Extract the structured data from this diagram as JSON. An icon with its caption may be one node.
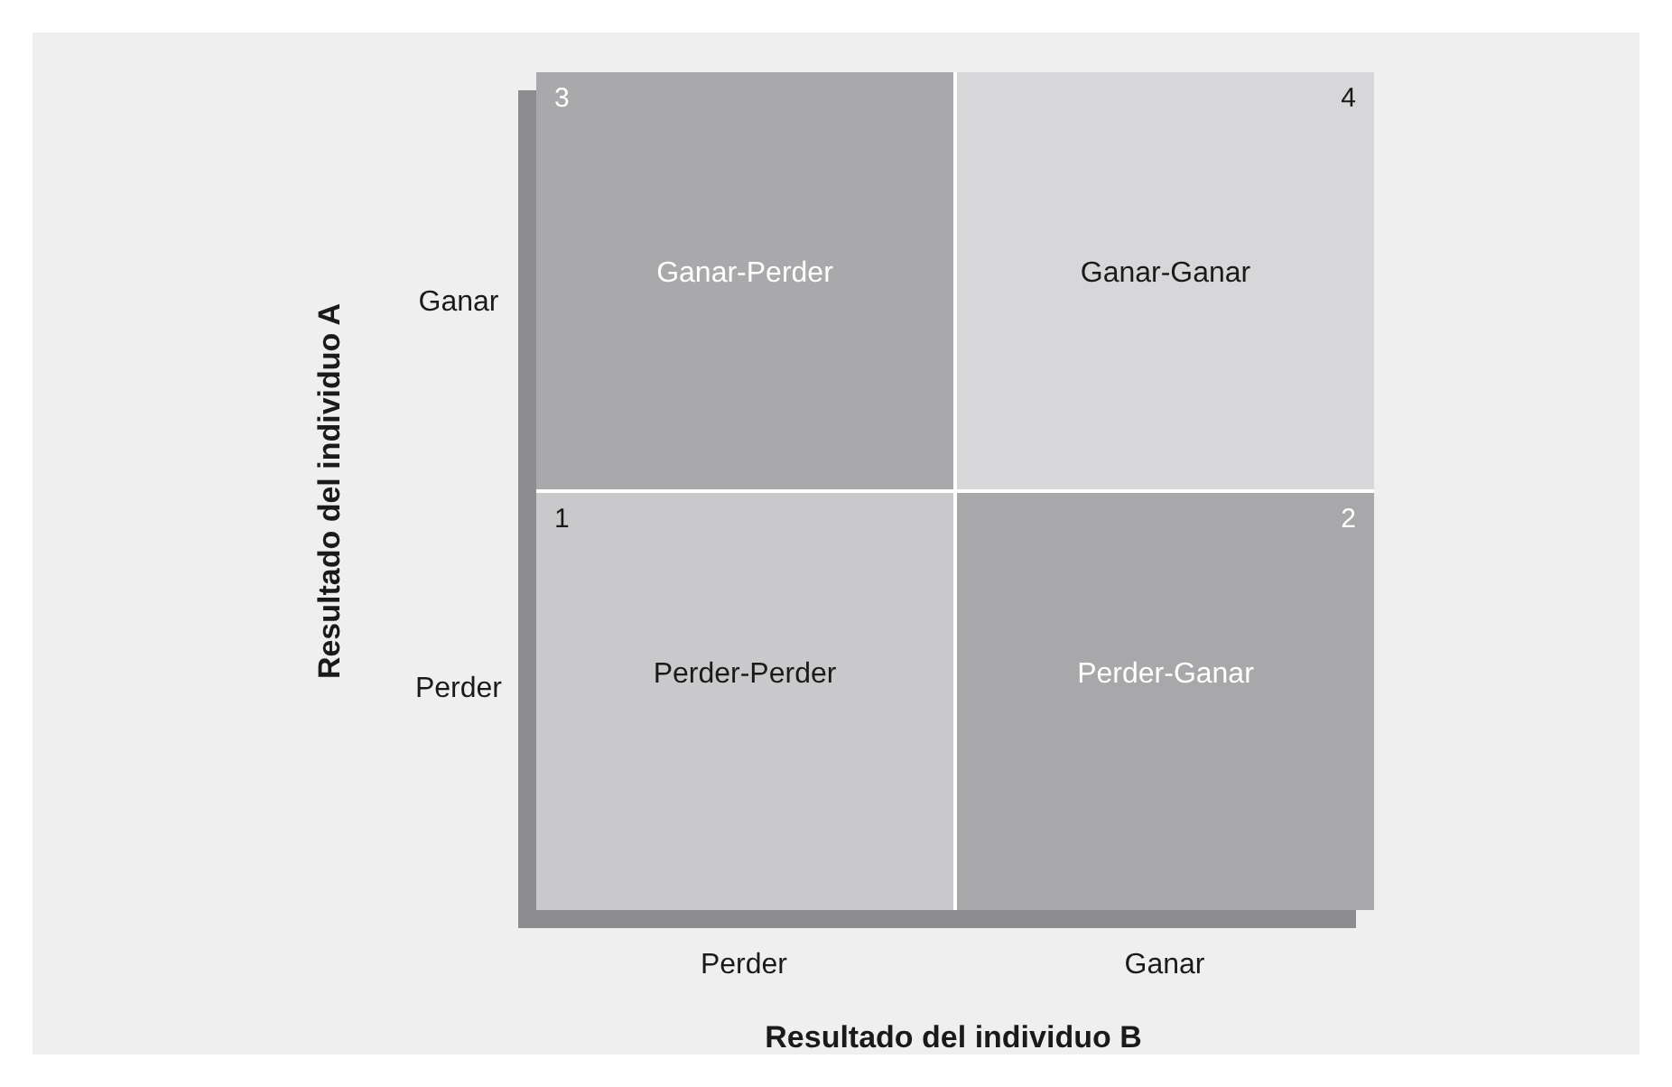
{
  "diagram": {
    "nodes": [
      {
        "text": [
          "3",
          "Ganar-Perder"
        ]
      },
      {
        "text": [
          "4",
          "Ganar-Ganar"
        ]
      },
      {
        "text": [
          "1",
          "Perder-Perder"
        ]
      },
      {
        "text": [
          "2",
          "Perder-Ganar"
        ]
      }
    ],
    "labels": [
      "Resultado del individuo A",
      "Ganar",
      "Perder",
      "Perder",
      "Ganar",
      "Resultado del individuo B"
    ]
  }
}
